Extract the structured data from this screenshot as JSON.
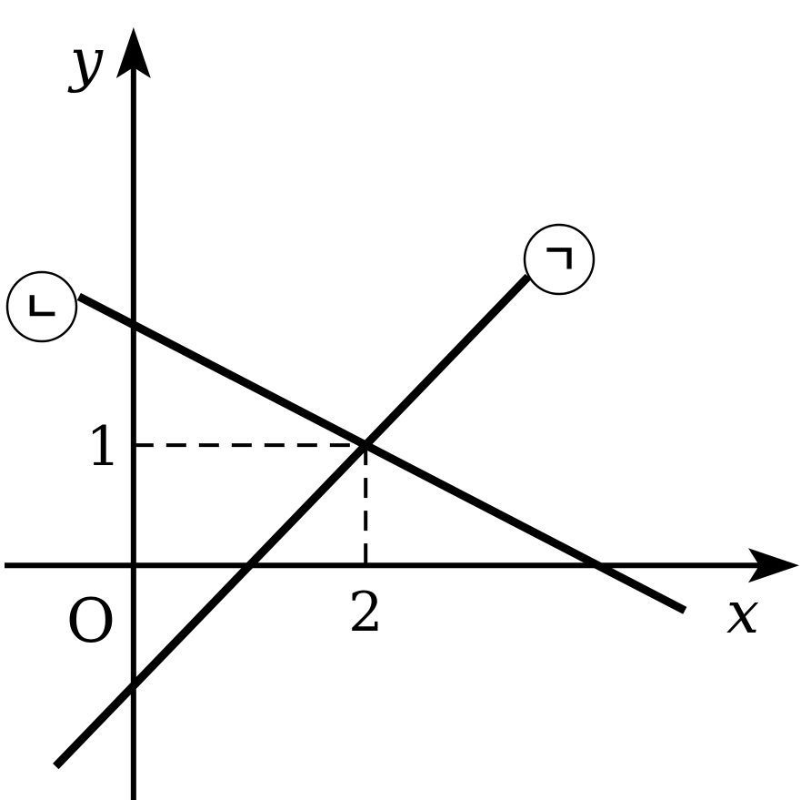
{
  "chart_data": {
    "type": "line",
    "xlabel": "x",
    "ylabel": "y",
    "origin_label": "O",
    "x_ticks": [
      {
        "value": 2,
        "label": "2"
      }
    ],
    "y_ticks": [
      {
        "value": 1,
        "label": "1"
      }
    ],
    "xlim": [
      -1.15,
      5.75
    ],
    "ylim": [
      -1.95,
      4.7
    ],
    "grid": false,
    "intersection": {
      "x": 2,
      "y": 1
    },
    "series": [
      {
        "name": "ㄱ",
        "slope": 1,
        "intercept": -1,
        "x_range": [
          -0.67,
          3.4
        ]
      },
      {
        "name": "ㄴ",
        "slope": -0.5,
        "intercept": 2,
        "x_range": [
          -0.47,
          4.75
        ]
      }
    ],
    "colors": {
      "ink": "#000000",
      "background": "#ffffff"
    }
  }
}
